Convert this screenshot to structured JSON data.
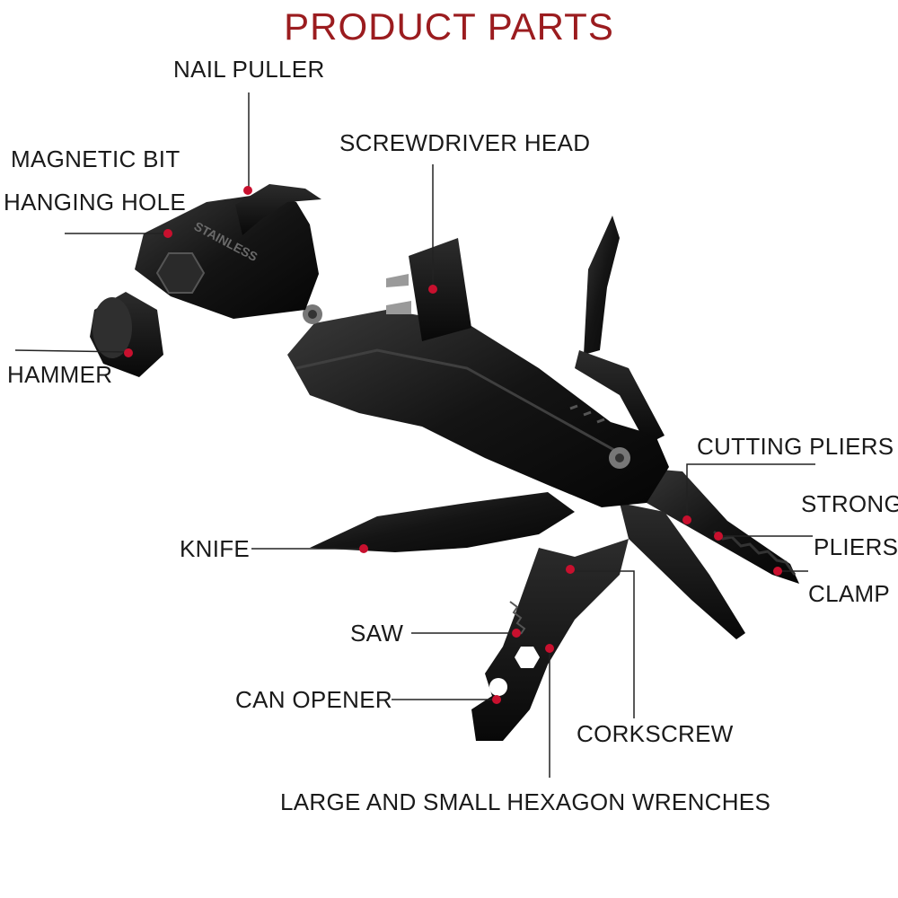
{
  "title": "PRODUCT PARTS",
  "labels": {
    "nail_puller": "NAIL PULLER",
    "magnetic_bit": "MAGNETIC BIT",
    "hanging_hole": "HANGING HOLE",
    "screwdriver_head": "SCREWDRIVER HEAD",
    "hammer": "HAMMER",
    "cutting_pliers": "CUTTING PLIERS",
    "strong": "STRONG",
    "pliers": "PLIERS",
    "clamp": "CLAMP",
    "knife": "KNIFE",
    "saw": "SAW",
    "can_opener": "CAN OPENER",
    "corkscrew": "CORKSCREW",
    "hex_wrenches": "LARGE AND SMALL HEXAGON WRENCHES"
  },
  "engraving": "STAINLESS",
  "colors": {
    "title": "#9b1c1f",
    "marker": "#c8102e",
    "tool_body": "#141414",
    "leader_line": "#222222"
  }
}
